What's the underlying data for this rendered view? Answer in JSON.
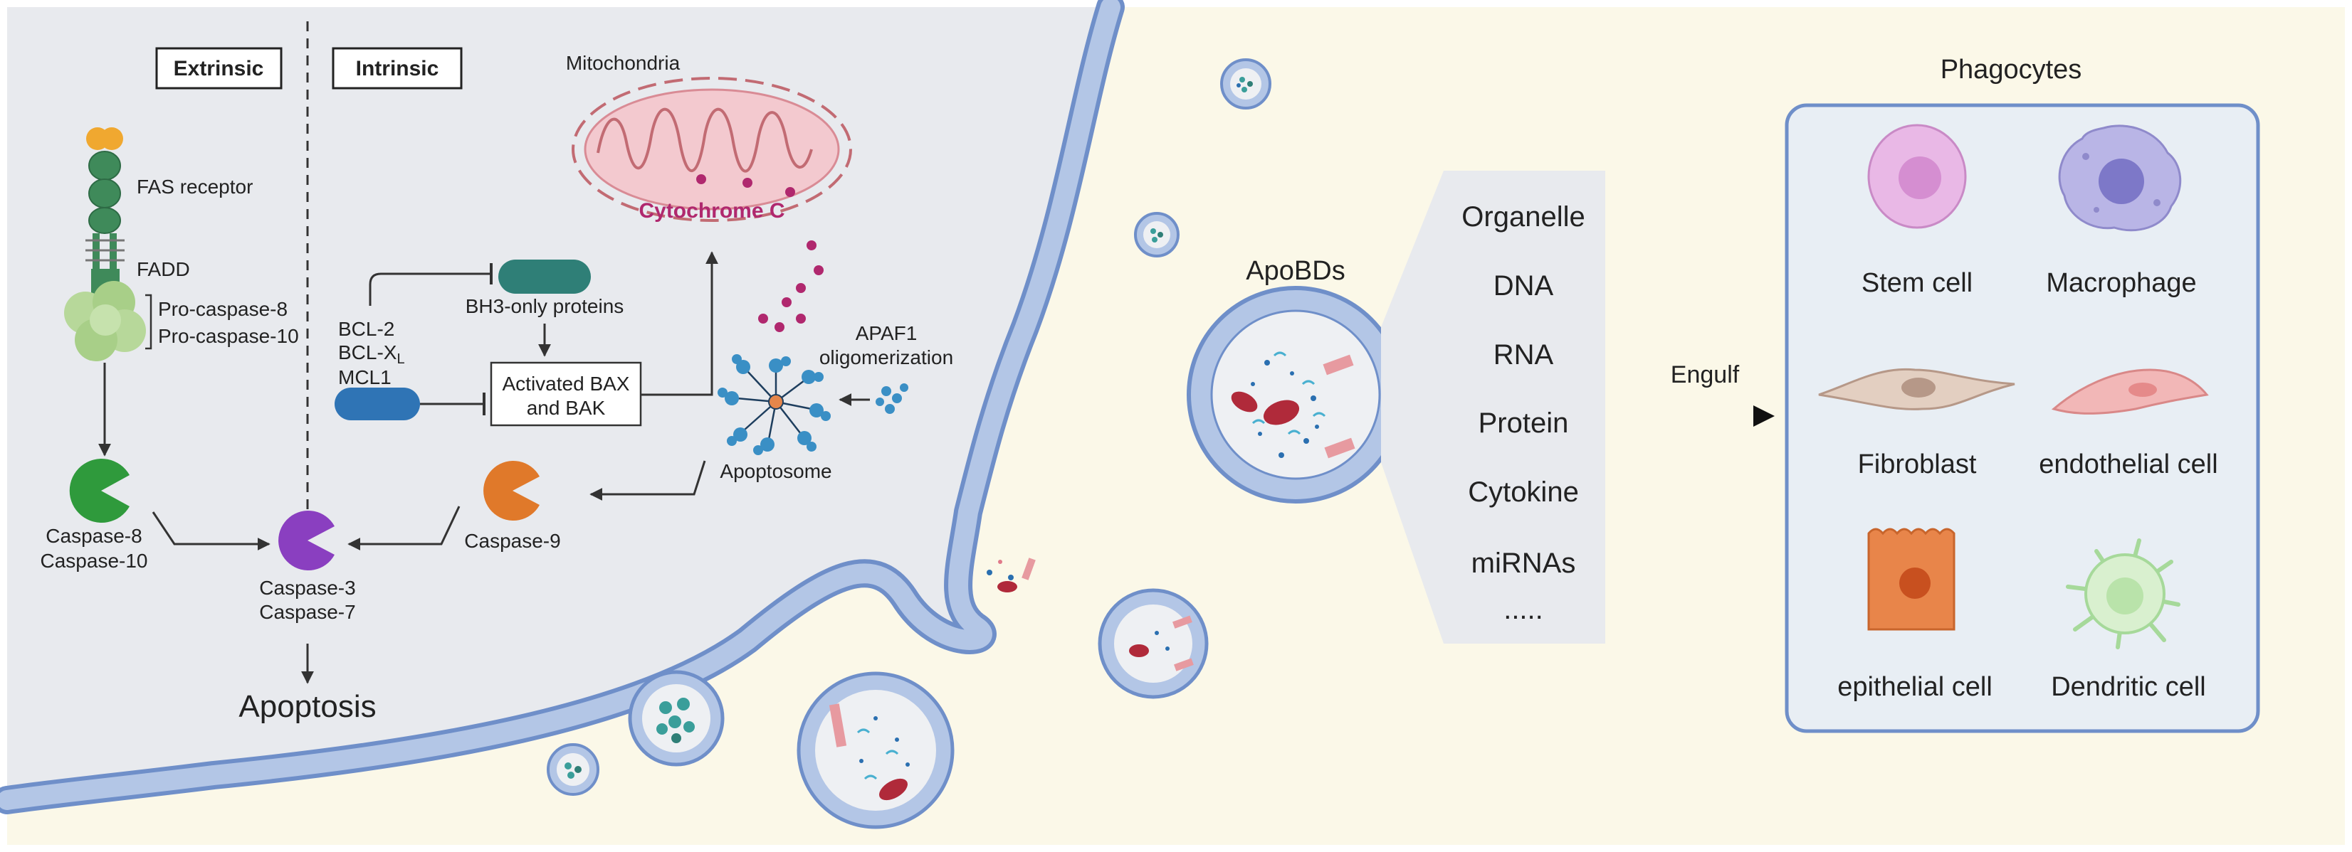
{
  "extrinsic": {
    "header": "Extrinsic",
    "fas_receptor": "FAS receptor",
    "fadd": "FADD",
    "pro_caspase_8": "Pro-caspase-8",
    "pro_caspase_10": "Pro-caspase-10",
    "caspase_8": "Caspase-8",
    "caspase_10": "Caspase-10"
  },
  "intrinsic": {
    "header": "Intrinsic",
    "mitochondria": "Mitochondria",
    "cytochrome_c": "Cytochrome C",
    "bh3_only": "BH3-only proteins",
    "bcl2": "BCL-2",
    "bclxl_main": "BCL-X",
    "bclxl_sub": "L",
    "mcl1": "MCL1",
    "bax_bak_line1": "Activated BAX",
    "bax_bak_line2": "and BAK",
    "apaf1_line1": "APAF1",
    "apaf1_line2": "oligomerization",
    "apoptosome": "Apoptosome",
    "caspase_9": "Caspase-9"
  },
  "executioner": {
    "caspase_3": "Caspase-3",
    "caspase_7": "Caspase-7",
    "apoptosis": "Apoptosis"
  },
  "apobds": {
    "label": "ApoBDs",
    "cargo": [
      "Organelle",
      "DNA",
      "RNA",
      "Protein",
      "Cytokine",
      "miRNAs",
      "....."
    ]
  },
  "engulf": "Engulf",
  "phagocytes": {
    "title": "Phagocytes",
    "cells": [
      "Stem cell",
      "Macrophage",
      "Fibroblast",
      "endothelial cell",
      "epithelial cell",
      "Dendritic cell"
    ]
  },
  "colors": {
    "cell_bg": "#e8eaee",
    "outer_bg": "#fbf8e8",
    "membrane": "#a9bde0",
    "membrane_edge": "#6f8fc9",
    "caspase_green": "#2f9a3c",
    "caspase_purple": "#8a3fc0",
    "caspase_orange": "#e0792a",
    "teal": "#2f7f77",
    "blue_pill": "#2f74b5",
    "cytochrome": "#b0286e",
    "mito": "#f3c9cf"
  }
}
